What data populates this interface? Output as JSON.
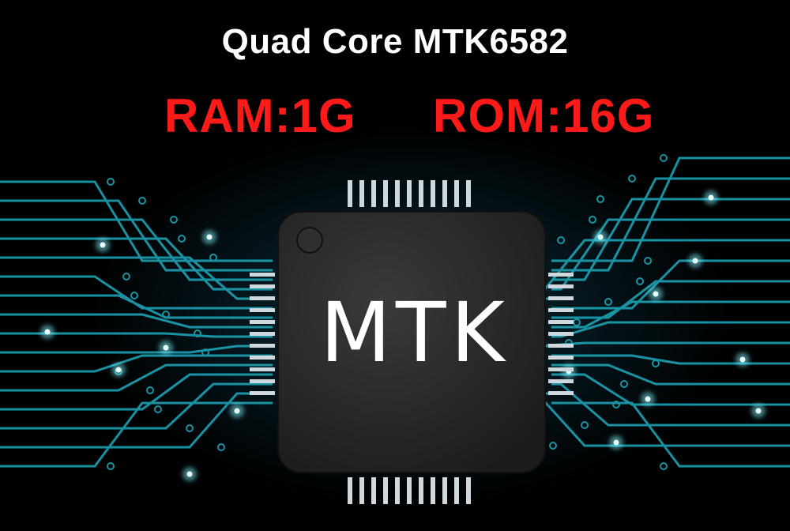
{
  "headline": "Quad Core MTK6582",
  "specs": {
    "ram": "RAM:1G",
    "rom": "ROM:16G"
  },
  "chip": {
    "label": "MTK"
  },
  "colors": {
    "headline": "#ffffff",
    "spec": "#ff1a1a",
    "trace": "#1fb5c9",
    "glow": "#7ff3ff",
    "chip_body": "#2b2b2b"
  },
  "icons": {
    "chip": "processor-chip-icon",
    "traces": "circuit-traces-icon"
  }
}
